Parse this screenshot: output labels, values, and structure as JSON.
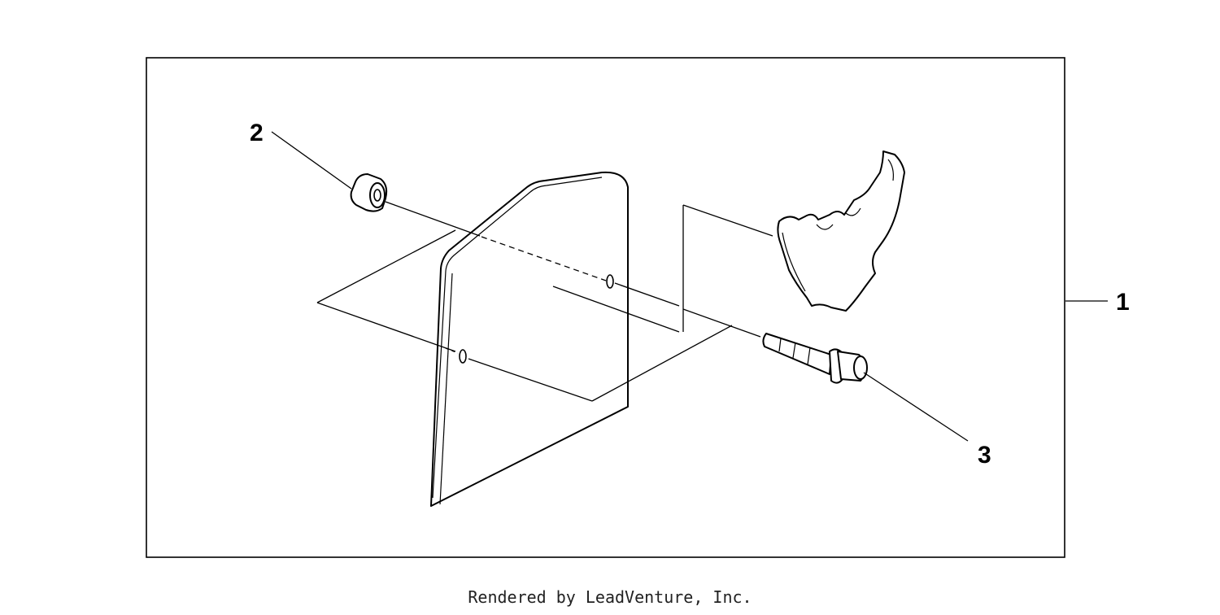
{
  "callouts": [
    {
      "id": "1",
      "label": "1"
    },
    {
      "id": "2",
      "label": "2"
    },
    {
      "id": "3",
      "label": "3"
    }
  ],
  "footer": {
    "text": "Rendered by LeadVenture, Inc."
  }
}
